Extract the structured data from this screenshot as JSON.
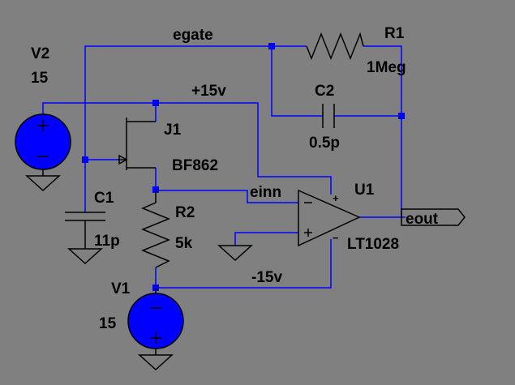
{
  "colors": {
    "background": "#808080",
    "wire": "#0000ff",
    "component": "#000000",
    "pin_marker": "#0000ff"
  },
  "nets": {
    "egate": "egate",
    "pos_supply": "+15v",
    "neg_supply": "-15v",
    "einn": "einn",
    "eout": "eout"
  },
  "components": {
    "v2": {
      "ref": "V2",
      "value": "15"
    },
    "v1": {
      "ref": "V1",
      "value": "15"
    },
    "r1": {
      "ref": "R1",
      "value": "1Meg"
    },
    "c2": {
      "ref": "C2",
      "value": "0.5p"
    },
    "j1": {
      "ref": "J1",
      "value": "BF862"
    },
    "c1": {
      "ref": "C1",
      "value": "11p"
    },
    "r2": {
      "ref": "R2",
      "value": "5k"
    },
    "u1": {
      "ref": "U1",
      "value": "LT1028"
    }
  },
  "glyphs": {
    "plus": "+",
    "minus": "−"
  }
}
